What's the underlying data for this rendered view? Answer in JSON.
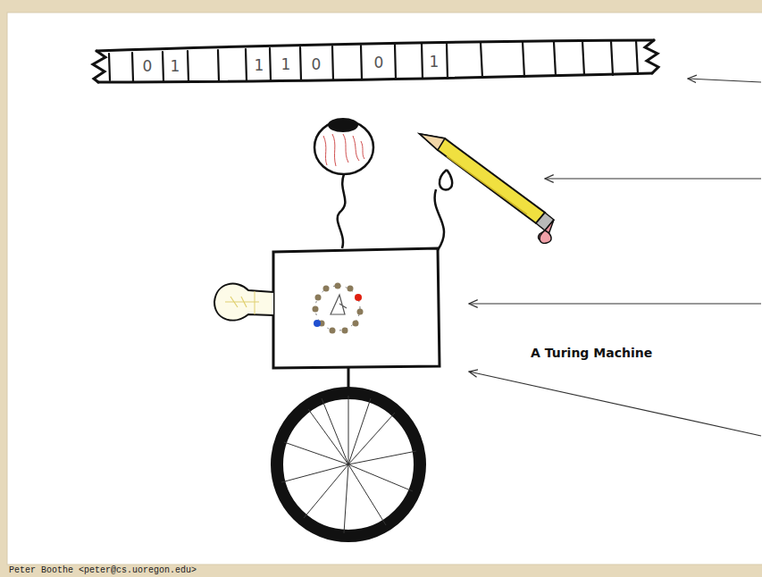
{
  "diagram": {
    "title": "A Turing Machine",
    "labels": [
      "0",
      "1",
      "1",
      "1",
      "0",
      "0",
      "1",
      "Peter Boothe <peter@cs.uoregon.edu>"
    ]
  }
}
